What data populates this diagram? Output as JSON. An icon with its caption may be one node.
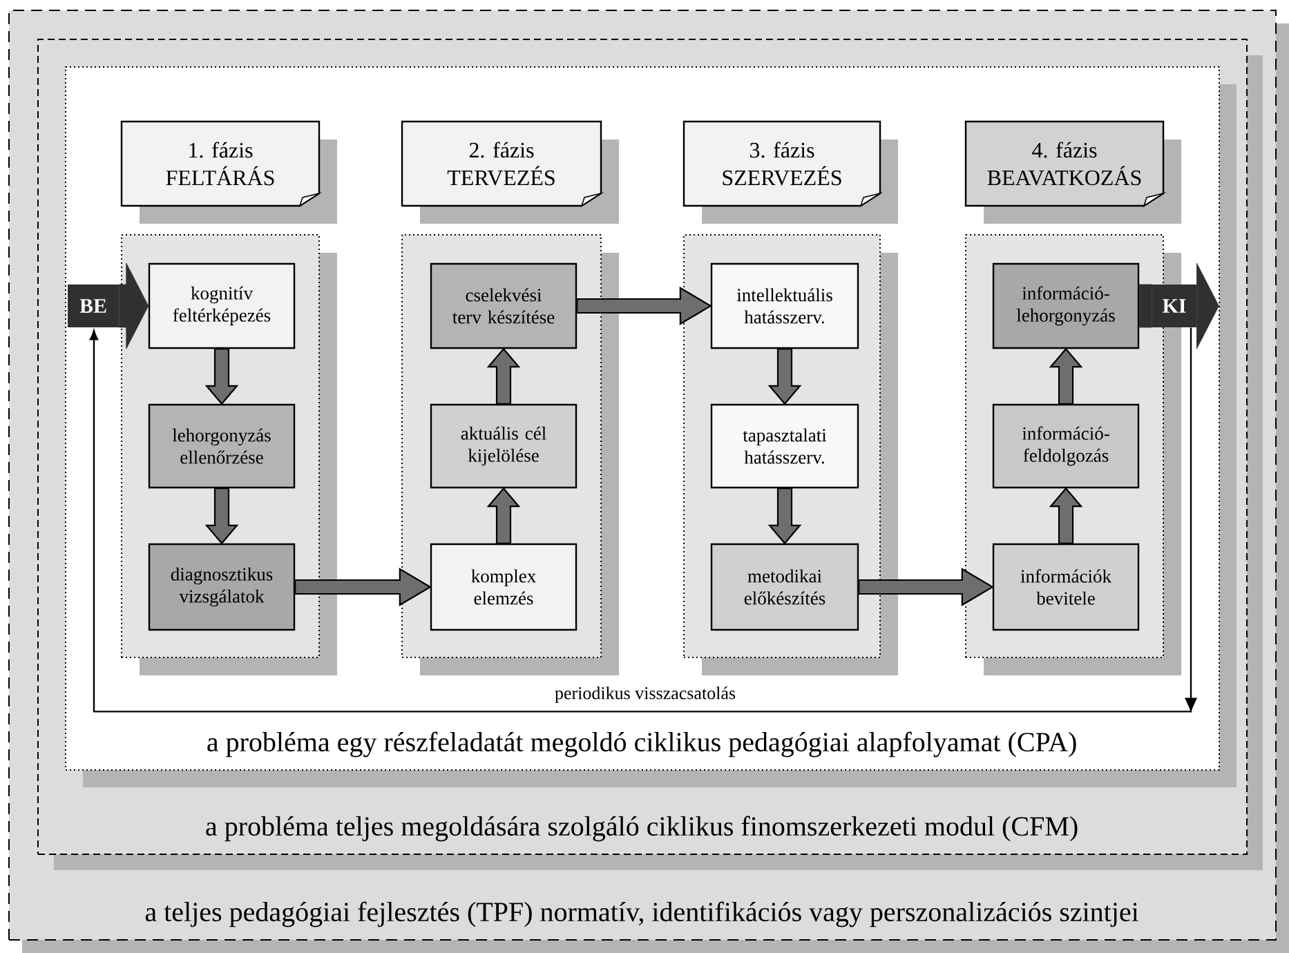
{
  "diagram": {
    "nodes": [
      {
        "text": [
          "a teljes pedagógiai fejlesztés (TPF) normatív, identifikációs vagy perszonalizációs szintjei"
        ]
      },
      {
        "text": [
          "a probléma teljes megoldására szolgáló ciklikus finomszerkezeti modul (CFM)"
        ],
        "in": 0
      },
      {
        "text": [
          "a probléma egy részfeladatát megoldó ciklikus pedagógiai alapfolyamat (CPA)"
        ],
        "in": 1
      },
      {
        "text": [
          "BE"
        ],
        "in": 2
      },
      {
        "text": [
          "1. fázis",
          "FELTÁRÁS"
        ],
        "in": 2
      },
      {
        "text": [],
        "shape": "box",
        "in": 2
      },
      {
        "text": [
          "kognitív feltérképezés"
        ],
        "in": 5
      },
      {
        "text": [
          "lehorgonyzás ellenőrzése"
        ],
        "in": 5
      },
      {
        "text": [
          "diagnosztikus vizsgálatok"
        ],
        "in": 5
      },
      {
        "text": [
          "2. fázis",
          "TERVEZÉS"
        ],
        "in": 2
      },
      {
        "text": [],
        "shape": "box",
        "in": 2
      },
      {
        "text": [
          "cselekvési terv készítése"
        ],
        "in": 10
      },
      {
        "text": [
          "aktuális cél kijelölése"
        ],
        "in": 10
      },
      {
        "text": [
          "komplex elemzés"
        ],
        "in": 10
      },
      {
        "text": [
          "3. fázis",
          "SZERVEZÉS"
        ],
        "in": 2
      },
      {
        "text": [],
        "shape": "box",
        "in": 2
      },
      {
        "text": [
          "intellektuális hatásszerv."
        ],
        "in": 15
      },
      {
        "text": [
          "tapasztalati hatásszerv."
        ],
        "in": 15
      },
      {
        "text": [
          "metodikai előkészítés"
        ],
        "in": 15
      },
      {
        "text": [
          "4. fázis",
          "BEAVATKOZÁS"
        ],
        "in": 2
      },
      {
        "text": [],
        "shape": "box",
        "in": 2
      },
      {
        "text": [
          "információ-lehorgonyzás"
        ],
        "in": 20
      },
      {
        "text": [
          "információ-feldolgozás"
        ],
        "in": 20
      },
      {
        "text": [
          "információk bevitele"
        ],
        "in": 20
      },
      {
        "text": [
          "KI"
        ],
        "in": 2
      }
    ],
    "edges": [
      {
        "from": 6,
        "to": 7,
        "arrow": "to",
        "style": "thick"
      },
      {
        "from": 7,
        "to": 8,
        "arrow": "to",
        "style": "thick"
      },
      {
        "from": 8,
        "to": 13,
        "arrow": "to",
        "style": "thick"
      },
      {
        "from": 13,
        "to": 12,
        "arrow": "to",
        "style": "thick"
      },
      {
        "from": 12,
        "to": 11,
        "arrow": "to",
        "style": "thick"
      },
      {
        "from": 11,
        "to": 16,
        "arrow": "to",
        "style": "thick"
      },
      {
        "from": 16,
        "to": 17,
        "arrow": "to",
        "style": "thick"
      },
      {
        "from": 17,
        "to": 18,
        "arrow": "to",
        "style": "thick"
      },
      {
        "from": 18,
        "to": 23,
        "arrow": "to",
        "style": "thick"
      },
      {
        "from": 23,
        "to": 22,
        "arrow": "to",
        "style": "thick"
      },
      {
        "from": 22,
        "to": 21,
        "arrow": "to",
        "style": "thick"
      },
      {
        "from": 24,
        "to": 3,
        "arrow": "to",
        "label": "periodikus visszacsatolás"
      },
      {
        "from": 3,
        "to": 6,
        "arrow": "to",
        "style": "thick",
        "color": "#303030"
      },
      {
        "from": 21,
        "to": 24,
        "arrow": "none",
        "style": "thick",
        "color": "#303030"
      },
      {
        "from": 24,
        "to": null,
        "arrow": "to",
        "style": "thick",
        "color": "#303030"
      }
    ]
  }
}
